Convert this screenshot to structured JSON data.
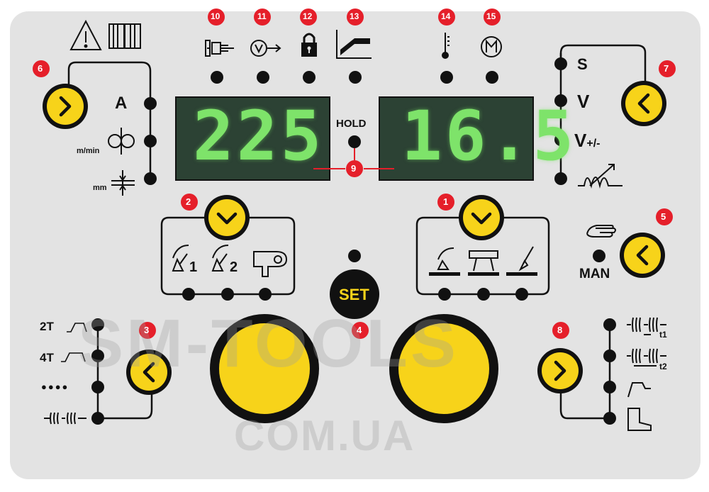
{
  "watermark": {
    "line1": "SM-TOOLS",
    "line2": "COM.UA"
  },
  "displays": {
    "left_value": "225",
    "right_value": "16.5",
    "hold_label": "HOLD"
  },
  "set_button": {
    "label": "SET"
  },
  "left_params": {
    "a": "A",
    "mmin": "m/min",
    "mm": "mm"
  },
  "right_params": {
    "s": "S",
    "v": "V",
    "vpm": "V",
    "vpm_sub": "+/-"
  },
  "man_label": "MAN",
  "trigger_modes": {
    "two_t": "2T",
    "four_t": "4T",
    "dots": "●●●●"
  },
  "pulse_labels": {
    "t1": "t1",
    "t2": "t2"
  },
  "process_labels": {
    "gas1": "1",
    "gas2": "2"
  },
  "badges": {
    "b1": "1",
    "b2": "2",
    "b3": "3",
    "b4": "4",
    "b5": "5",
    "b6": "6",
    "b7": "7",
    "b8": "8",
    "b9": "9",
    "b10": "10",
    "b11": "11",
    "b12": "12",
    "b13": "13",
    "b14": "14",
    "b15": "15"
  },
  "colors": {
    "panel": "#e3e3e3",
    "accent_yellow": "#f7d31a",
    "badge_red": "#e51f2a",
    "display_bg": "#2c4234",
    "segment_green": "#7ee36a",
    "led": "#111111"
  }
}
